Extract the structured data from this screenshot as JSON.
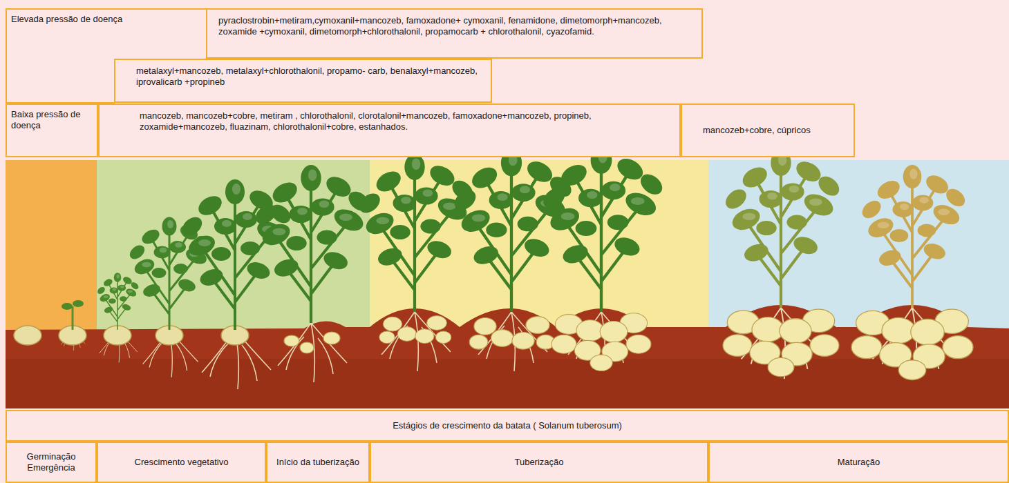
{
  "diagram": {
    "nodes": [
      {
        "text": [
          "Elevada pressão de doença"
        ]
      },
      {
        "text": [
          "pyraclostrobin+metiram,cymoxanil+mancozeb, famoxadone+ cymoxanil, fenamidone, dimetomorph+mancozeb, zoxamide +cymoxanil, dimetomorph+chlorothalonil, propamocarb + chlorothalonil, cyazofamid."
        ]
      },
      {
        "text": [
          "metalaxyl+mancozeb, metalaxyl+chlorothalonil, propamo- carb, benalaxyl+mancozeb, iprovalicarb +propineb"
        ]
      },
      {
        "text": [
          "Baixa pressão de doença"
        ]
      },
      {
        "text": [
          "mancozeb, mancozeb+cobre, metiram , chlorothalonil, clorotalonil+mancozeb, famoxadone+mancozeb, propineb, zoxamide+mancozeb, fluazinam, chlorothalonil+cobre, estanhados."
        ]
      },
      {
        "text": [
          "mancozeb+cobre, cúpricos"
        ]
      },
      {
        "text": [
          "Estágios de crescimento da batata ( Solanum tuberosum)"
        ]
      },
      {
        "text": [
          "Germinação Emergência"
        ]
      },
      {
        "text": [
          "Crescimento vegetativo"
        ]
      },
      {
        "text": [
          "Início da tuberização"
        ]
      },
      {
        "text": [
          "Tuberização"
        ]
      },
      {
        "text": [
          "Maturação"
        ]
      }
    ]
  }
}
